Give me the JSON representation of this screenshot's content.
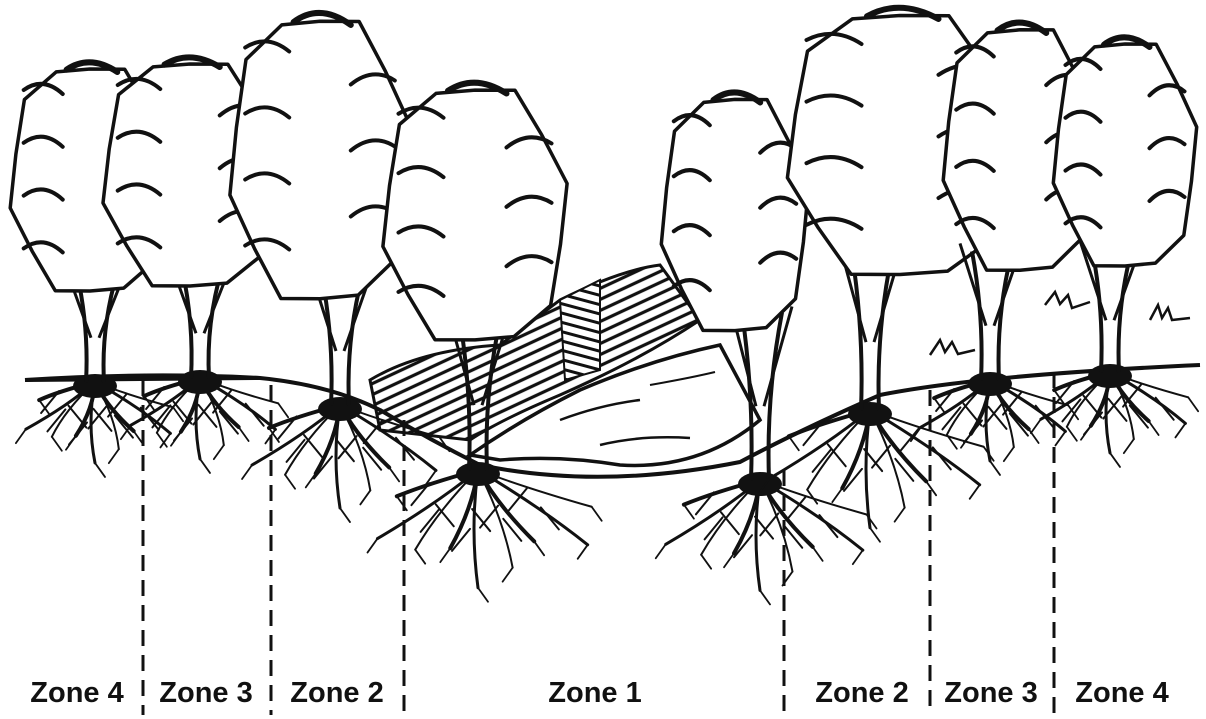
{
  "zones": [
    {
      "label": "Zone 4"
    },
    {
      "label": "Zone 3"
    },
    {
      "label": "Zone 2"
    },
    {
      "label": "Zone 1"
    },
    {
      "label": "Zone 2"
    },
    {
      "label": "Zone 3"
    },
    {
      "label": "Zone 4"
    }
  ],
  "colors": {
    "ink": "#111111",
    "paper": "#ffffff",
    "hatch": "#222222"
  }
}
